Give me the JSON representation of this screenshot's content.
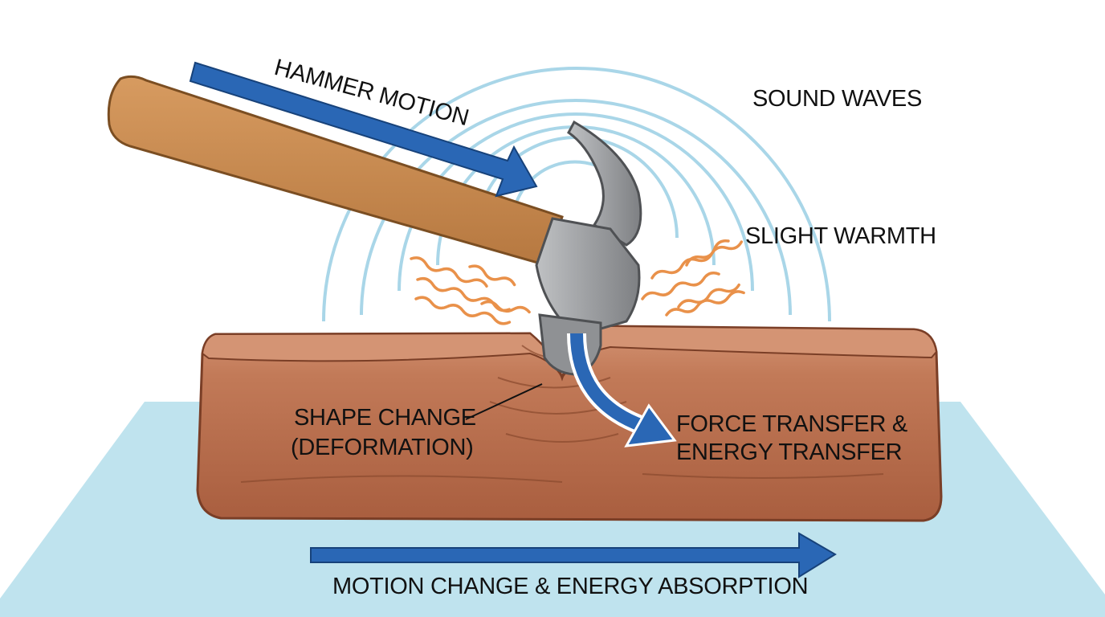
{
  "labels": {
    "hammer_motion": "HAMMER MOTION",
    "sound_waves": "SOUND WAVES",
    "slight_warmth": "SLIGHT WARMTH",
    "shape_change_line1": "SHAPE CHANGE",
    "shape_change_line2": "(DEFORMATION)",
    "force_transfer_line1": "FORCE TRANSFER &",
    "force_transfer_line2": "ENERGY TRANSFER",
    "motion_change": "MOTION CHANGE & ENERGY ABSORPTION"
  },
  "colors": {
    "floor": "#bfe3ee",
    "wood": "#b8694a",
    "wood_top": "#d08a69",
    "handle": "#c98b52",
    "steel": "#9a9c9f",
    "arrow_blue": "#2a67b5",
    "wave": "#a9d6e8",
    "warmth": "#e9914a"
  }
}
